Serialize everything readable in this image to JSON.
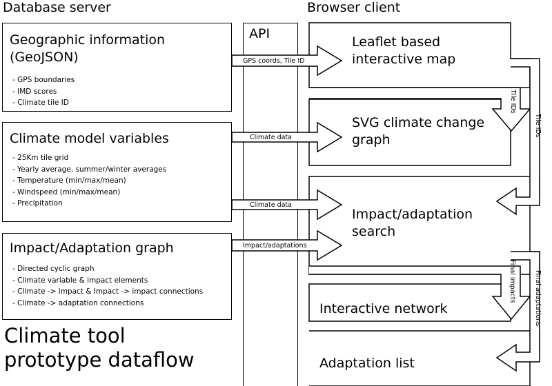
{
  "headers": {
    "server": "Database server",
    "client": "Browser client",
    "api": "API"
  },
  "sources": [
    {
      "title": "Geographic information\n(GeoJSON)",
      "items": [
        "- GPS boundaries",
        "- IMD scores",
        "- Climate tile ID"
      ]
    },
    {
      "title": "Climate model variables",
      "items": [
        "- 25Km tile grid",
        "- Yearly average, summer/winter averages",
        "- Temperature (min/max/mean)",
        "- Windspeed (min/max/mean)",
        "- Precipitation"
      ]
    },
    {
      "title": "Impact/Adaptation graph",
      "items": [
        "- Directed cyclic graph",
        "- Climate variable & impact elements",
        "- Climate -> impact & Impact -> impact connections",
        "- Climate -> adaptation connections"
      ]
    }
  ],
  "clients": {
    "map": "Leaflet based\ninteractive map",
    "svg": "SVG climate change\ngraph",
    "search": "Impact/adaptation\nsearch",
    "network": "Interactive network",
    "list": "Adaptation list"
  },
  "flows": {
    "gps": "GPS coords, Tile ID",
    "climate1": "Climate data",
    "climate2": "Climate data",
    "impact": "Impact/adaptations",
    "tile_ids_short": "Tile IDs",
    "tile_ids_long": "Tile IDs",
    "final_impacts": "Final impacts",
    "final_adaptations": "Final adaptations"
  },
  "diagram_title": "Climate tool\nprototype dataflow"
}
